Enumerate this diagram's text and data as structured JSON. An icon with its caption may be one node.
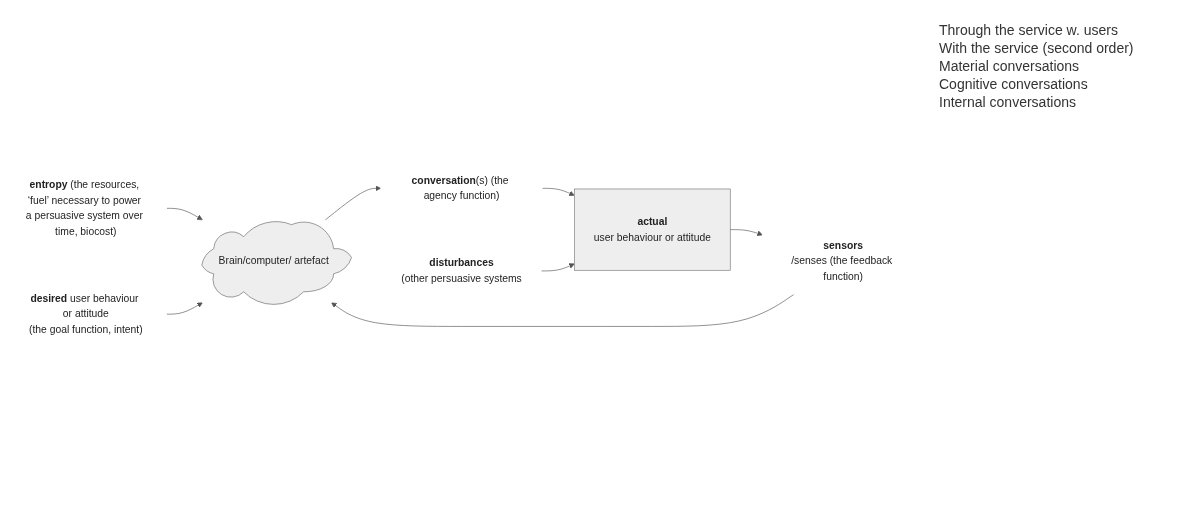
{
  "diagram": {
    "nodes": [
      {
        "text": [
          "**entropy** (the resources, ‘fuel’ necessary to power a persuasive system over time, biocost)"
        ]
      },
      {
        "text": [
          "**desired** user behaviour or attitude",
          "(the goal function, intent)"
        ]
      },
      {
        "text": [
          "Brain/computer/ artefact"
        ]
      },
      {
        "text": [
          "**conversation**(s) (the agency function)"
        ]
      },
      {
        "text": [
          "actual",
          "user behaviour or attitude"
        ]
      },
      {
        "text": [
          "disturbances",
          "(other persuasive systems"
        ]
      },
      {
        "text": [
          "sensors",
          "/senses (the feedback function)"
        ]
      }
    ],
    "edges": [
      {
        "from": 0,
        "to": 2,
        "arrow": "to"
      },
      {
        "from": 1,
        "to": 2,
        "arrow": "to"
      },
      {
        "from": 2,
        "to": 3,
        "arrow": "to"
      },
      {
        "from": 3,
        "to": 4,
        "arrow": "to"
      },
      {
        "from": 5,
        "to": 4,
        "arrow": "to"
      },
      {
        "from": 4,
        "to": 6,
        "arrow": "to"
      },
      {
        "from": 6,
        "to": 2,
        "arrow": "to"
      }
    ],
    "labels": [
      "Through the service w. users",
      "With the service (second order)",
      "Material conversations",
      "Cognitive conversations",
      "Internal conversations"
    ]
  }
}
